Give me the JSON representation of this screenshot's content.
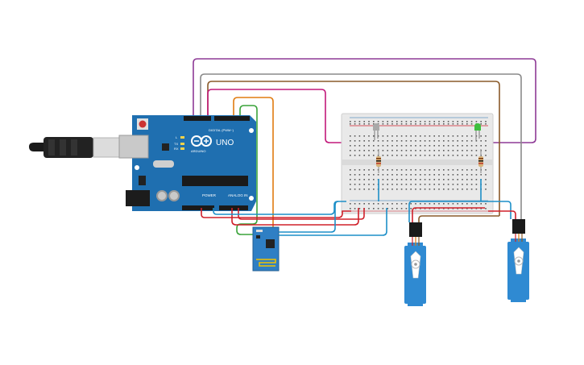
{
  "arduino": {
    "model": "UNO",
    "brand": "ARDUINO",
    "header_digital": "DIGITAL (PWM~)",
    "header_power": "POWER",
    "header_analog": "ANALOG IN",
    "label_tx": "TX",
    "label_rx": "RX",
    "label_l": "L",
    "board_color": "#1f6fb0"
  },
  "breadboard": {
    "board_color": "#e9e9e9"
  },
  "leds": [
    {
      "color_name": "grey",
      "color": "#a9a9a9"
    },
    {
      "color_name": "green",
      "color": "#3fbf3f"
    }
  ],
  "wires": {
    "purple": "#8e3a96",
    "grey": "#8a8a8a",
    "brown": "#8a5a2a",
    "magenta": "#c2187a",
    "orange": "#e07b10",
    "green": "#3aa33a",
    "red": "#d0202a",
    "blue": "#1d8fc8"
  },
  "servos": [
    {
      "id": "servo-1",
      "color": "#2f8ad2"
    },
    {
      "id": "servo-2",
      "color": "#2f8ad2"
    }
  ]
}
